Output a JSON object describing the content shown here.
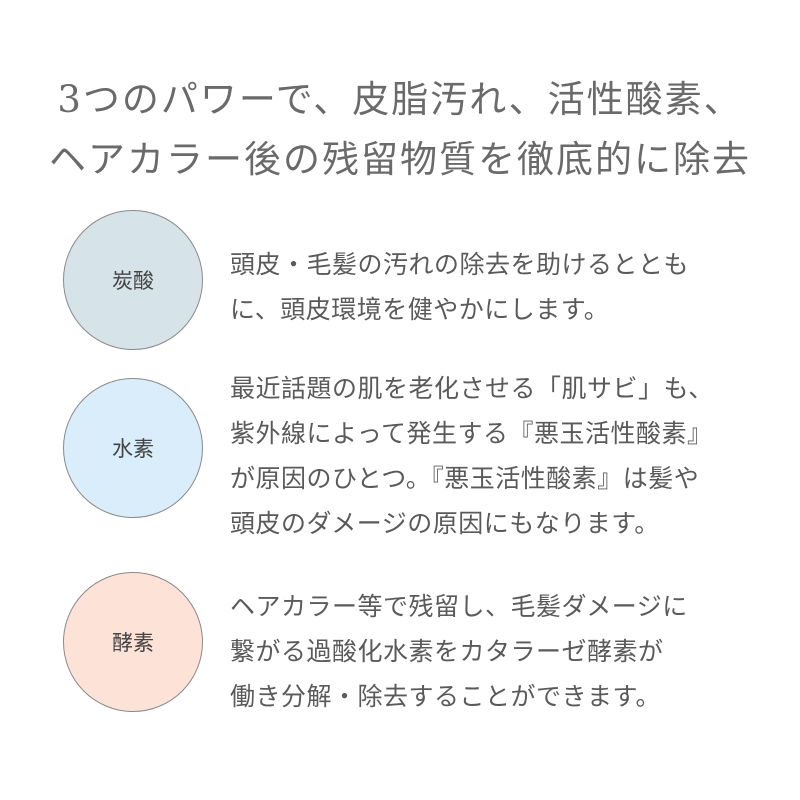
{
  "headline": {
    "lines": [
      "3つのパワーで、皮脂汚れ、活性酸素、",
      "ヘアカラー後の残留物質を徹底的に除去"
    ]
  },
  "features": [
    {
      "label": "炭酸",
      "color": "#d6e4ea",
      "lines": [
        "頭皮・毛髪の汚れの除去を助けるととも",
        "に、頭皮環境を健やかにします。"
      ]
    },
    {
      "label": "水素",
      "color": "#d9edfb",
      "lines": [
        "最近話題の肌を老化させる「肌サビ」も、",
        "紫外線によって発生する『悪玉活性酸素』",
        "が原因のひとつ。『悪玉活性酸素』は髪や",
        "頭皮のダメージの原因にもなります。"
      ]
    },
    {
      "label": "酵素",
      "color": "#fde2d8",
      "lines": [
        "ヘアカラー等で残留し、毛髪ダメージに",
        "繋がる過酸化水素をカタラーゼ酵素が",
        "働き分解・除去することができます。"
      ]
    }
  ]
}
